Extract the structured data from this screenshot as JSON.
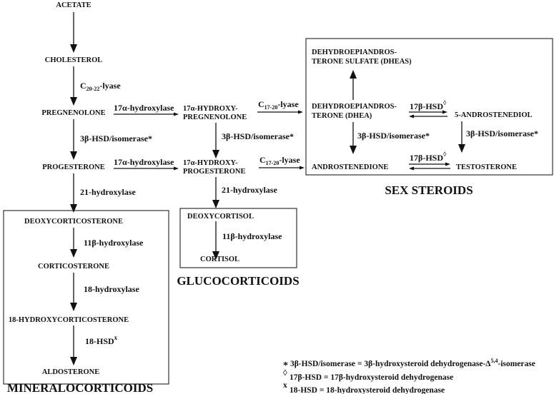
{
  "title": "Steroid biosynthesis pathway",
  "nodes": {
    "acetate": "ACETATE",
    "cholesterol": "CHOLESTEROL",
    "pregnenolone": "PREGNENOLONE",
    "progesterone": "PROGESTERONE",
    "oh17_preg_1": "17α-HYDROXY-",
    "oh17_preg_2": "PREGNENOLONE",
    "oh17_prog_1": "17α-HYDROXY-",
    "oh17_prog_2": "PROGESTERONE",
    "dheas_1": "DEHYDROEPIANDROS-",
    "dheas_2": "TERONE SULFATE (DHEAS)",
    "dhea_1": "DEHYDROEPIANDROS-",
    "dhea_2": "TERONE (DHEA)",
    "androstenediol": "5-ANDROSTENEDIOL",
    "androstenedione": "ANDROSTENEDIONE",
    "testosterone": "TESTOSTERONE",
    "deoxycorticosterone": "DEOXYCORTICOSTERONE",
    "corticosterone": "CORTICOSTERONE",
    "hydroxycorticosterone": "18-HYDROXYCORTICOSTERONE",
    "aldosterone": "ALDOSTERONE",
    "deoxycortisol": "DEOXYCORTISOL",
    "cortisol": "CORTISOL"
  },
  "enzymes": {
    "c2022_lyase_c": "C",
    "c2022_lyase_sub": "20-22",
    "c2022_lyase_rest": "-lyase",
    "hydroxylase17a_1": "17α-hydroxylase",
    "hydroxylase17a_2": "17α-hydroxylase",
    "hsd3b_1": "3β-HSD/isomerase*",
    "hsd3b_2": "3β-HSD/isomerase*",
    "hsd3b_3": "3β-HSD/isomerase*",
    "hsd3b_4": "3β-HSD/isomerase*",
    "c1720_lyase_c_1": "C",
    "c1720_lyase_sub_1": "17-20",
    "c1720_lyase_rest_1": "-lyase",
    "c1720_lyase_c_2": "C",
    "c1720_lyase_sub_2": "17-20",
    "c1720_lyase_rest_2": "-lyase",
    "hydroxylase21_1": "21-hydroxylase",
    "hydroxylase21_2": "21-hydroxylase",
    "hydroxylase11b_1": "11β-hydroxylase",
    "hydroxylase11b_2": "11β-hydroxylase",
    "hydroxylase18": "18-hydroxylase",
    "hsd18": "18-HSD",
    "hsd18_mark": "x",
    "hsd17b_1": "17β-HSD",
    "hsd17b_2": "17β-HSD",
    "hsd17b_mark": "◊"
  },
  "groups": {
    "sex_steroids": "SEX STEROIDS",
    "glucocorticoids": "GLUCOCORTICOIDS",
    "mineralocorticoids": "MINERALOCORTICOIDS"
  },
  "footnotes": [
    {
      "mark": "*",
      "text_a": "3β-HSD/isomerase = 3β-hydroxysteroid dehydrogenase-Δ",
      "sup": "5,4",
      "text_b": "-isomerase"
    },
    {
      "mark": "◊",
      "text_a": "17β-HSD = 17β-hydroxysteroid dehydrogenase"
    },
    {
      "mark": "x",
      "text_a": "18-HSD = 18-hydroxysteroid dehydrogenase"
    }
  ]
}
